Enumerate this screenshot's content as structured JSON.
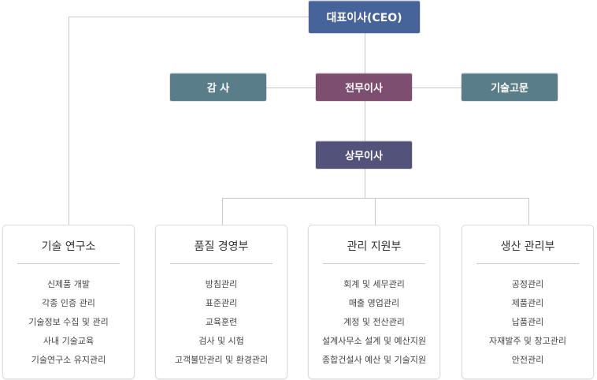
{
  "ceo": {
    "label": "대표이사(CEO)",
    "color": "#46639a"
  },
  "auditor": {
    "label": "감 사",
    "color": "#5a7d8a"
  },
  "executive_director": {
    "label": "전무이사",
    "color": "#7e4e70"
  },
  "tech_advisor": {
    "label": "기술고문",
    "color": "#5a7d8a"
  },
  "managing_director": {
    "label": "상무이사",
    "color": "#52527a"
  },
  "departments": [
    {
      "title": "기술 연구소",
      "items": [
        "신제품 개발",
        "각종 인증 관리",
        "기술정보 수집 및 관리",
        "사내 기술교육",
        "기술연구소 유지관리"
      ]
    },
    {
      "title": "품질 경영부",
      "items": [
        "방침관리",
        "표준관리",
        "교육훈련",
        "검사 및 시험",
        "고객불만관리 및 환경관리"
      ]
    },
    {
      "title": "관리 지원부",
      "items": [
        "회계 및 세무관리",
        "매출 영업관리",
        "계정 및 전산관리",
        "설계사무소 설계 및 예산지원",
        "종합건설사 예산 및 기술지원"
      ]
    },
    {
      "title": "생산 관리부",
      "items": [
        "공정관리",
        "제품관리",
        "납품관리",
        "자재발주 및 창고관리",
        "안전관리"
      ]
    }
  ]
}
